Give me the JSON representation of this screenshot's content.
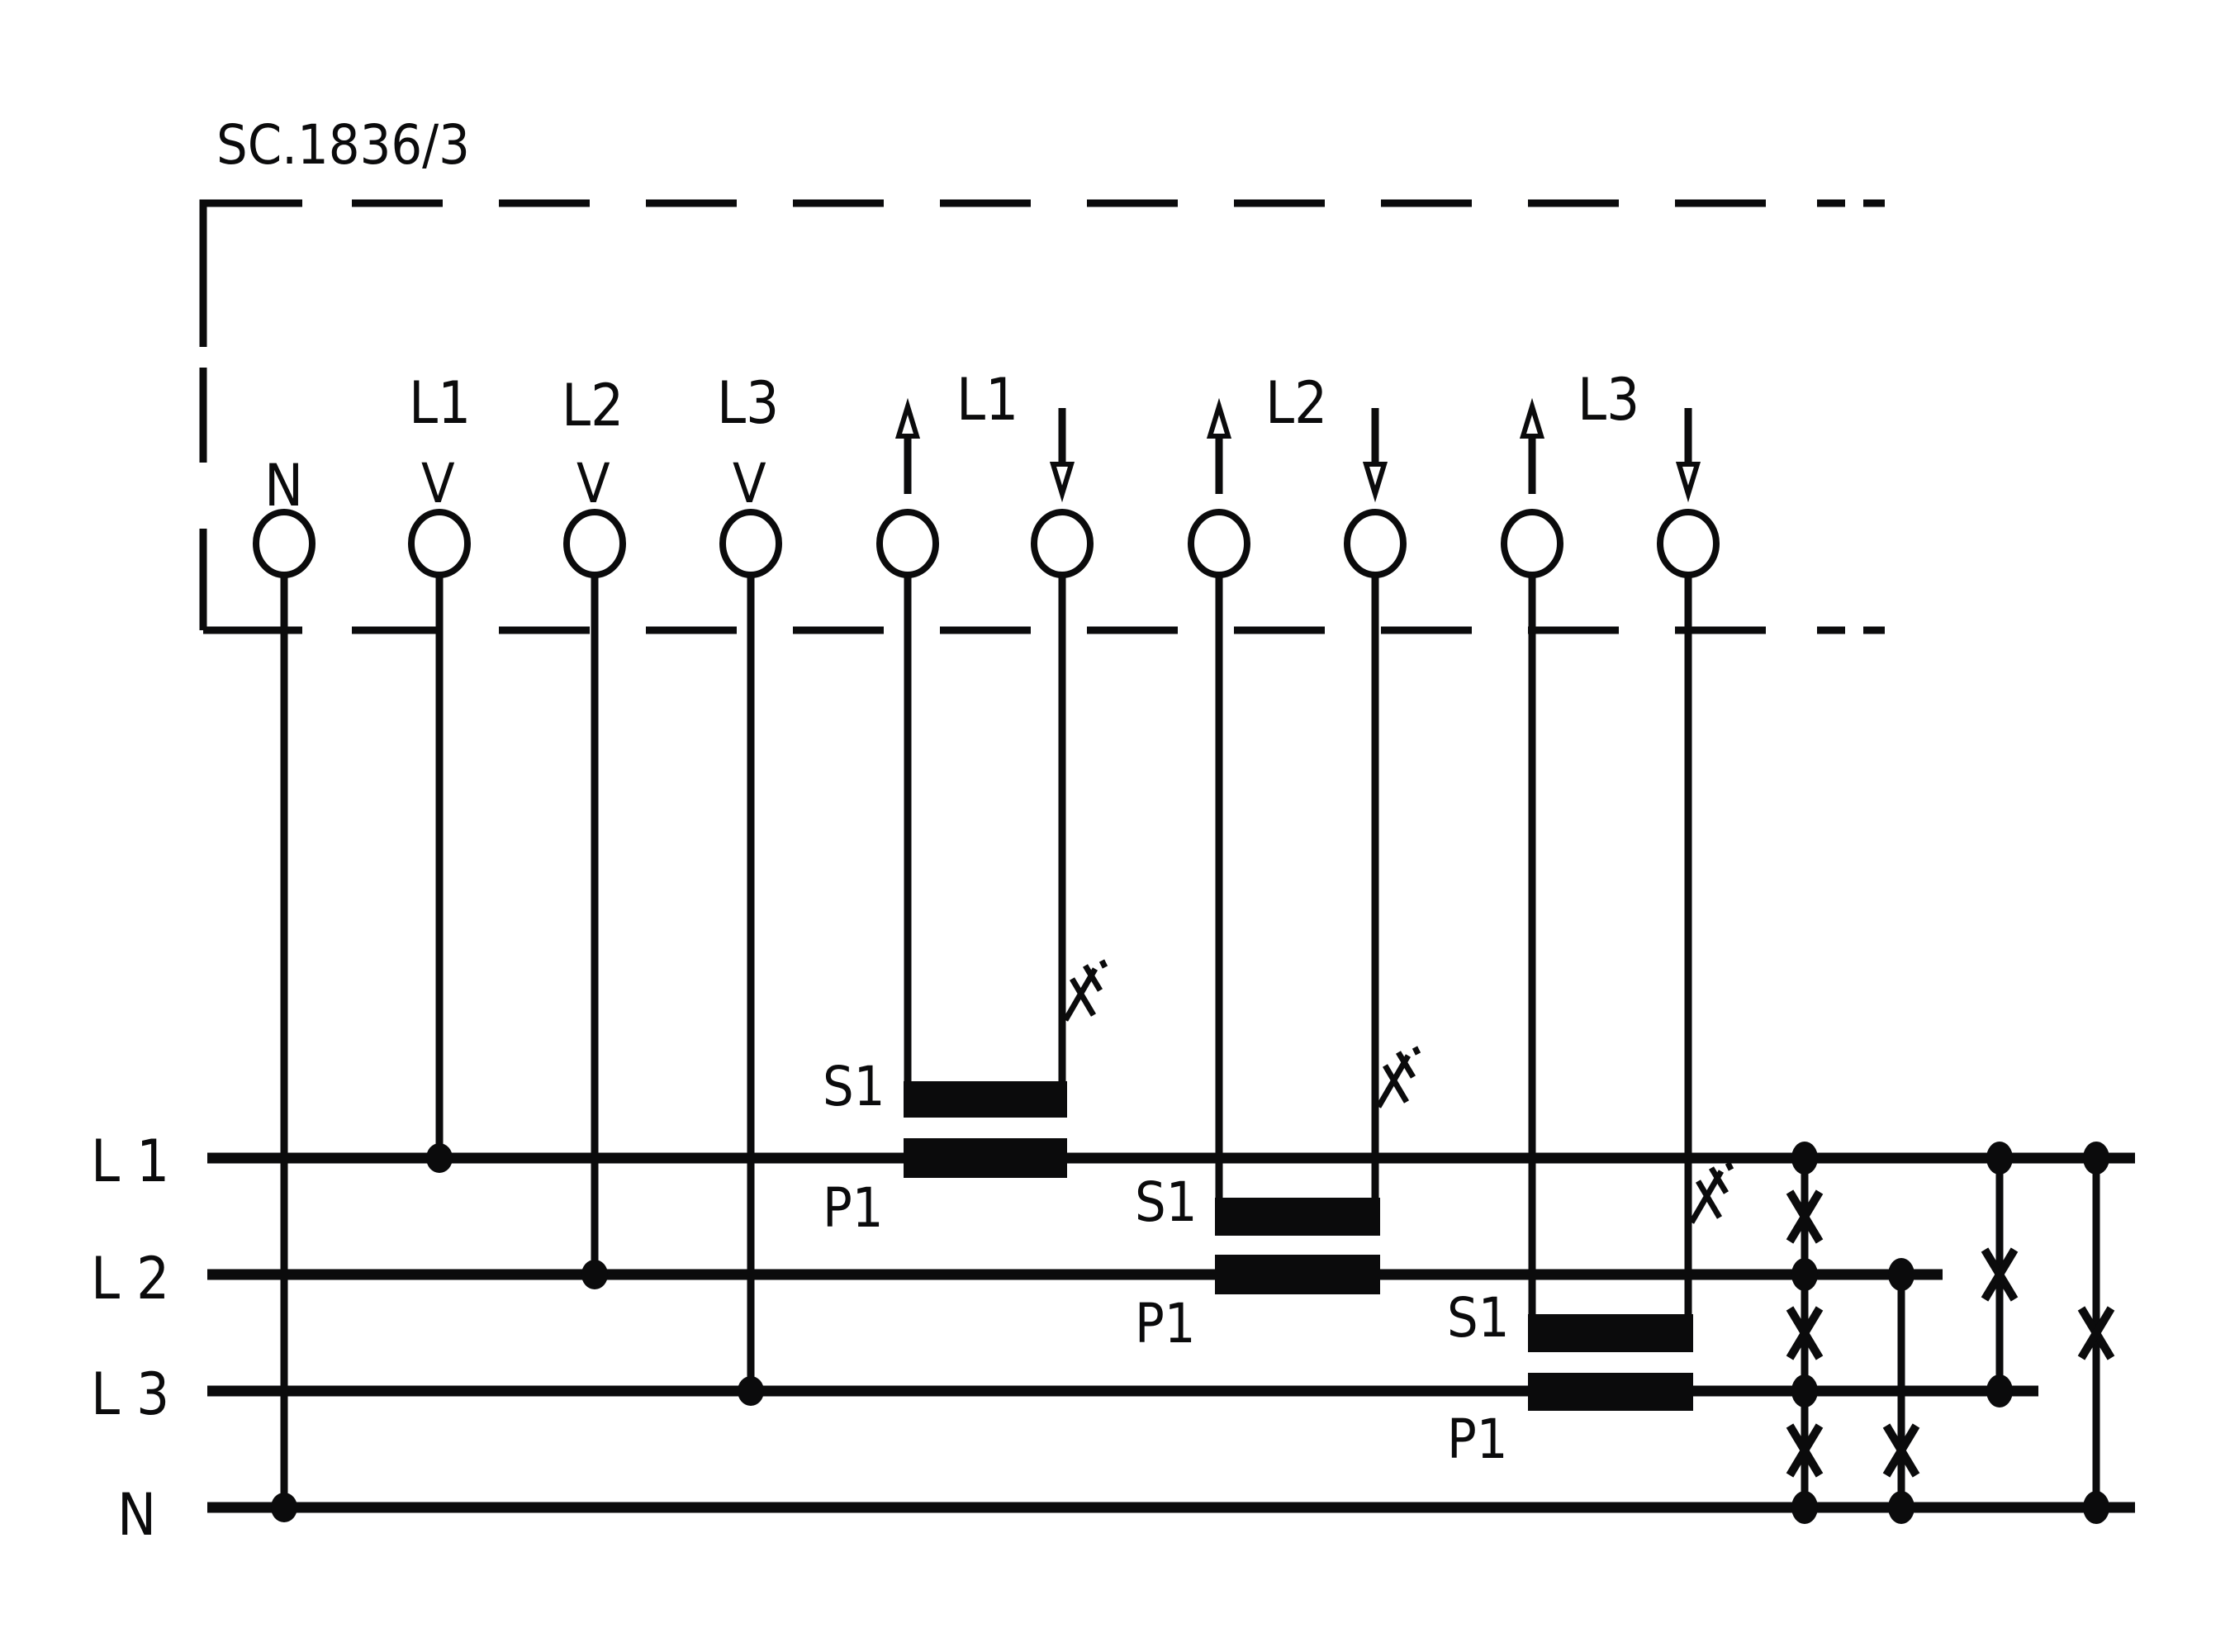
{
  "title": "SC.1836/3",
  "terminals": {
    "voltage": [
      {
        "label": "N",
        "mark": ""
      },
      {
        "label": "L1",
        "mark": "V"
      },
      {
        "label": "L2",
        "mark": "V"
      },
      {
        "label": "L3",
        "mark": "V"
      }
    ],
    "current": [
      {
        "label": "L1"
      },
      {
        "label": "L2"
      },
      {
        "label": "L3"
      }
    ]
  },
  "buses": [
    "L 1",
    "L 2",
    "L 3",
    "N"
  ],
  "ct": {
    "secondary": "S1",
    "primary": "P1"
  },
  "colors": {
    "ink": "#0b0b0c",
    "background": "#ffffff"
  }
}
